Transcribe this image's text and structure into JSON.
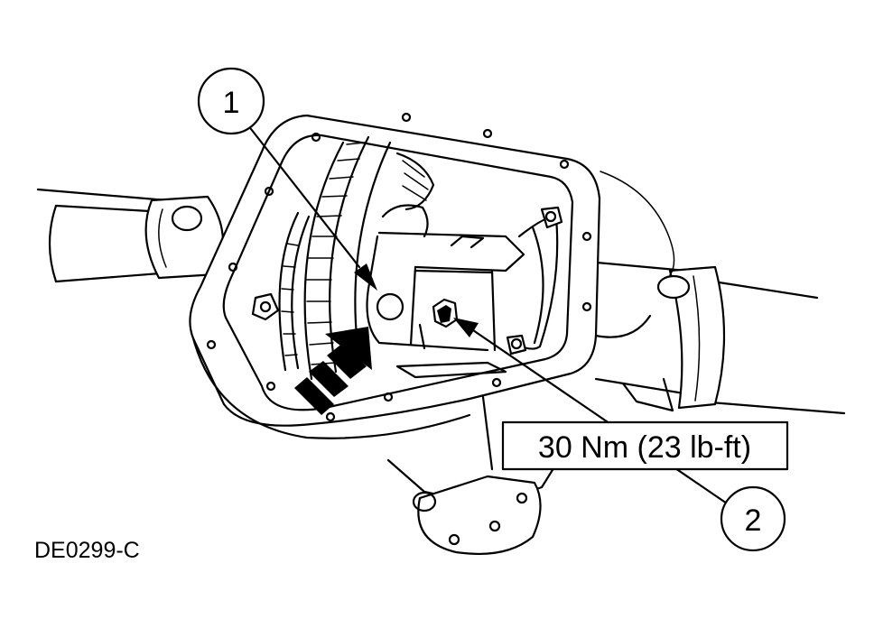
{
  "callouts": {
    "item1": "1",
    "item2": "2"
  },
  "torque_label": "30 Nm (23 lb-ft)",
  "figure_code": "DE0299-C"
}
